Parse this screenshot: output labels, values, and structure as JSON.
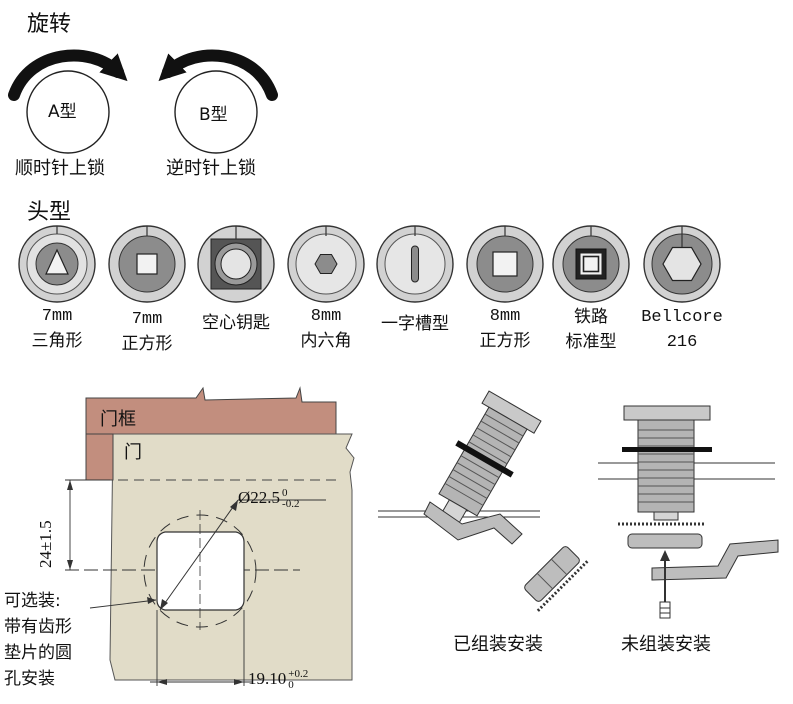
{
  "rotation": {
    "title": "旋转",
    "a": {
      "label": "A型",
      "caption": "顺时针上锁"
    },
    "b": {
      "label": "B型",
      "caption": "逆时针上锁"
    }
  },
  "heads": {
    "title": "头型",
    "items": [
      {
        "line1": "7mm",
        "line2": "三角形"
      },
      {
        "line1": "7mm",
        "line2": "正方形"
      },
      {
        "line1": "空心钥匙",
        "line2": ""
      },
      {
        "line1": "8mm",
        "line2": "内六角"
      },
      {
        "line1": "一字槽型",
        "line2": ""
      },
      {
        "line1": "8mm",
        "line2": "正方形"
      },
      {
        "line1": "铁路",
        "line2": "标准型"
      },
      {
        "line1": "Bellcore",
        "line2": "216"
      }
    ]
  },
  "install": {
    "door_frame": "门框",
    "door": "门",
    "dim_height": "24±1.5",
    "dim_diameter": "Ø22.5",
    "dim_diameter_tol_upper": "0",
    "dim_diameter_tol_lower": "-0.2",
    "dim_width": "19.10",
    "dim_width_tol_upper": "+0.2",
    "dim_width_tol_lower": "0",
    "optional_note": [
      "可选装:",
      "带有齿形",
      "垫片的圆",
      "孔安装"
    ],
    "assembled": "已组装安装",
    "unassembled": "未组装安装"
  }
}
